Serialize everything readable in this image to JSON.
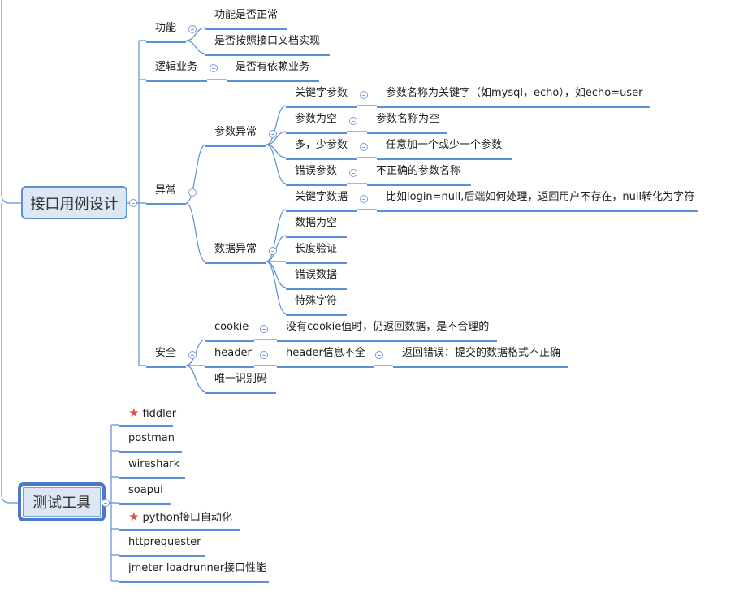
{
  "root1": {
    "title": "接口用例设计",
    "function": {
      "label": "功能",
      "children": [
        "功能是否正常",
        "是否按照接口文档实现"
      ]
    },
    "logic": {
      "label": "逻辑业务",
      "child": "是否有依赖业务"
    },
    "exception": {
      "label": "异常",
      "param": {
        "label": "参数异常",
        "items": [
          {
            "label": "关键字参数",
            "detail": "参数名称为关键字（如mysql，echo），如echo=user"
          },
          {
            "label": "参数为空",
            "detail": "参数名称为空"
          },
          {
            "label": "多，少参数",
            "detail": "任意加一个或少一个参数"
          },
          {
            "label": "错误参数",
            "detail": "不正确的参数名称"
          }
        ]
      },
      "data": {
        "label": "数据异常",
        "items": [
          {
            "label": "关键字数据",
            "detail": "比如login=null,后端如何处理，返回用户不存在，null转化为字符"
          },
          {
            "label": "数据为空"
          },
          {
            "label": "长度验证"
          },
          {
            "label": "错误数据"
          },
          {
            "label": "特殊字符"
          }
        ]
      }
    },
    "security": {
      "label": "安全",
      "cookie": {
        "label": "cookie",
        "detail": "没有cookie值时，仍返回数据，是不合理的"
      },
      "header": {
        "label": "header",
        "detail": "header信息不全",
        "sub": "返回错误：提交的数据格式不正确"
      },
      "uid": {
        "label": "唯一识别码"
      }
    }
  },
  "root2": {
    "title": "测试工具",
    "tools": [
      {
        "label": "fiddler",
        "starred": true
      },
      {
        "label": "postman"
      },
      {
        "label": "wireshark"
      },
      {
        "label": "soapui"
      },
      {
        "label": "python接口自动化",
        "starred": true
      },
      {
        "label": "httprequester"
      },
      {
        "label": "jmeter loadrunner接口性能"
      }
    ]
  },
  "colors": {
    "line": "#5b8fd6",
    "star": "#e8504a",
    "root_fill": "#dde6f3"
  }
}
